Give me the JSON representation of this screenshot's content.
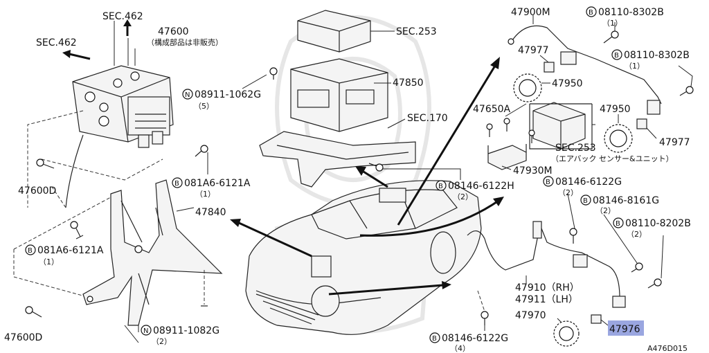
{
  "diagram": {
    "sec_462_top": "SEC.462",
    "sec_462_left": "SEC.462",
    "p47600": "47600",
    "p47600_note": "（構成部品は非販売）",
    "sec_253_top": "SEC.253",
    "p47850": "47850",
    "sec_170": "SEC.170",
    "n_08911_1062g": "08911-1062G",
    "n_08911_1062g_qty": "（5）",
    "p47600d_a": "47600D",
    "p47600d_b": "47600D",
    "b_081a6_6121a_a": "081A6-6121A",
    "b_081a6_6121a_a_qty": "（1）",
    "b_081a6_6121a_b": "081A6-6121A",
    "b_081a6_6121a_b_qty": "（1）",
    "p47840": "47840",
    "n_08911_1082g": "08911-1082G",
    "n_08911_1082g_qty": "（2）",
    "p47900m": "47900M",
    "b_08110_8302b_a": "08110-8302B",
    "b_08110_8302b_a_qty": "（1）",
    "b_08110_8302b_b": "08110-8302B",
    "b_08110_8302b_b_qty": "（1）",
    "p47977_a": "47977",
    "p47977_b": "47977",
    "p47950_a": "47950",
    "p47950_b": "47950",
    "p47650a": "47650A",
    "sec_253_mid": "SEC.253",
    "sec_253_mid_note": "（エアバック センサー&ユニット）",
    "p47930m": "47930M",
    "b_08146_6122h": "08146-6122H",
    "b_08146_6122h_qty": "（2）",
    "b_08146_6122g_a": "08146-6122G",
    "b_08146_6122g_a_qty": "（2）",
    "b_08146_8161g": "08146-8161G",
    "b_08146_8161g_qty": "（2）",
    "b_08110_8202b": "08110-8202B",
    "b_08110_8202b_qty": "（2）",
    "p47910": "47910（RH）",
    "p47911": "47911（LH）",
    "p47970": "47970",
    "p47976": "47976",
    "b_08146_6122g_b": "08146-6122G",
    "b_08146_6122g_b_qty": "（4）",
    "diagram_code": "A476D015",
    "prefix_b": "B",
    "prefix_n": "N",
    "highlight_color": "#9aa6e0"
  }
}
